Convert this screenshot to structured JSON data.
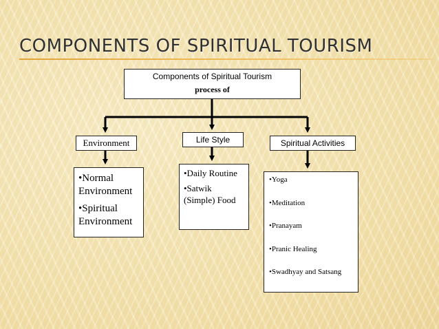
{
  "slide": {
    "title": "COMPONENTS OF SPIRITUAL TOURISM"
  },
  "diagram": {
    "root": {
      "line1": "Components of Spiritual Tourism",
      "line2": "process of"
    },
    "branches": [
      {
        "header": "Environment",
        "items": [
          "•Normal Environment",
          "•Spiritual Environment"
        ]
      },
      {
        "header": "Life Style",
        "items": [
          "•Daily Routine",
          "•Satwik (Simple) Food"
        ]
      },
      {
        "header": "Spiritual Activities",
        "items": [
          "•Yoga",
          "•Meditation",
          "•Pranayam",
          "•Pranic Healing",
          "•Swadhyay and Satsang"
        ]
      }
    ]
  }
}
